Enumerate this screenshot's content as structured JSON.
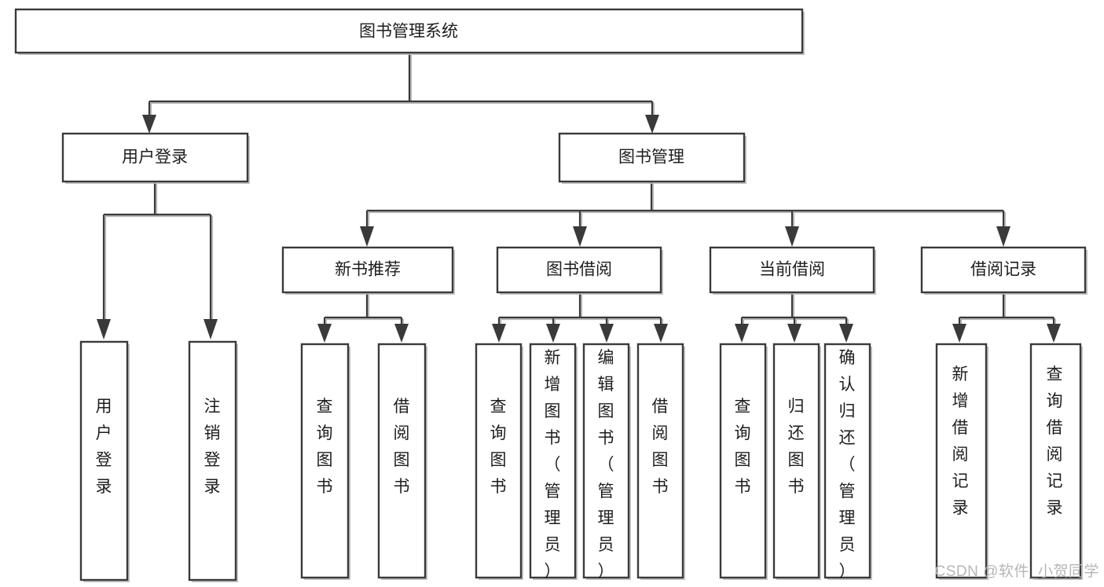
{
  "diagram": {
    "type": "tree-hierarchy",
    "title": "图书管理系统",
    "watermark": "CSDN @软件_小贺同学",
    "colors": {
      "box_stroke": "#3a3a3a",
      "box_fill": "#ffffff",
      "connector": "#3a3a3a",
      "shadow": "#b9b9b9",
      "text": "#1d1d1d",
      "watermark": "#b6b6b6",
      "background": "#ffffff"
    },
    "levels": {
      "root": {
        "label": "图书管理系统",
        "orientation": "horizontal"
      },
      "level2": [
        {
          "label": "用户登录",
          "orientation": "horizontal"
        },
        {
          "label": "图书管理",
          "orientation": "horizontal"
        }
      ],
      "level3": [
        {
          "label": "新书推荐",
          "orientation": "horizontal",
          "parent": "图书管理"
        },
        {
          "label": "图书借阅",
          "orientation": "horizontal",
          "parent": "图书管理"
        },
        {
          "label": "当前借阅",
          "orientation": "horizontal",
          "parent": "图书管理"
        },
        {
          "label": "借阅记录",
          "orientation": "horizontal",
          "parent": "图书管理"
        }
      ],
      "leaves": [
        {
          "label": "用户登录",
          "orientation": "vertical",
          "parent": "用户登录"
        },
        {
          "label": "注销登录",
          "orientation": "vertical",
          "parent": "用户登录"
        },
        {
          "label": "查询图书",
          "orientation": "vertical",
          "parent": "新书推荐"
        },
        {
          "label": "借阅图书",
          "orientation": "vertical",
          "parent": "新书推荐"
        },
        {
          "label": "查询图书",
          "orientation": "vertical",
          "parent": "图书借阅"
        },
        {
          "label": "新增图书（管理员）",
          "orientation": "vertical",
          "parent": "图书借阅"
        },
        {
          "label": "编辑图书（管理员）",
          "orientation": "vertical",
          "parent": "图书借阅"
        },
        {
          "label": "借阅图书",
          "orientation": "vertical",
          "parent": "图书借阅"
        },
        {
          "label": "查询图书",
          "orientation": "vertical",
          "parent": "当前借阅"
        },
        {
          "label": "归还图书",
          "orientation": "vertical",
          "parent": "当前借阅"
        },
        {
          "label": "确认归还（管理员）",
          "orientation": "vertical",
          "parent": "当前借阅"
        },
        {
          "label": "新增借阅记录",
          "orientation": "vertical",
          "parent": "借阅记录"
        },
        {
          "label": "查询借阅记录",
          "orientation": "vertical",
          "parent": "借阅记录"
        }
      ]
    },
    "nodes": {
      "root": "图书管理系统",
      "user_login": "用户登录",
      "book_manage": "图书管理",
      "new_book_rec": "新书推荐",
      "book_borrow": "图书借阅",
      "current_borrow": "当前借阅",
      "borrow_record": "借阅记录",
      "leaf_user_login": "用户登录",
      "leaf_user_logout": "注销登录",
      "leaf_query_book_1": "查询图书",
      "leaf_borrow_book_1": "借阅图书",
      "leaf_query_book_2": "查询图书",
      "leaf_add_book": "新增图书（管理员）",
      "leaf_edit_book": "编辑图书（管理员）",
      "leaf_borrow_book_2": "借阅图书",
      "leaf_query_book_3": "查询图书",
      "leaf_return_book": "归还图书",
      "leaf_confirm_return": "确认归还（管理员）",
      "leaf_add_record": "新增借阅记录",
      "leaf_query_record": "查询借阅记录"
    }
  }
}
